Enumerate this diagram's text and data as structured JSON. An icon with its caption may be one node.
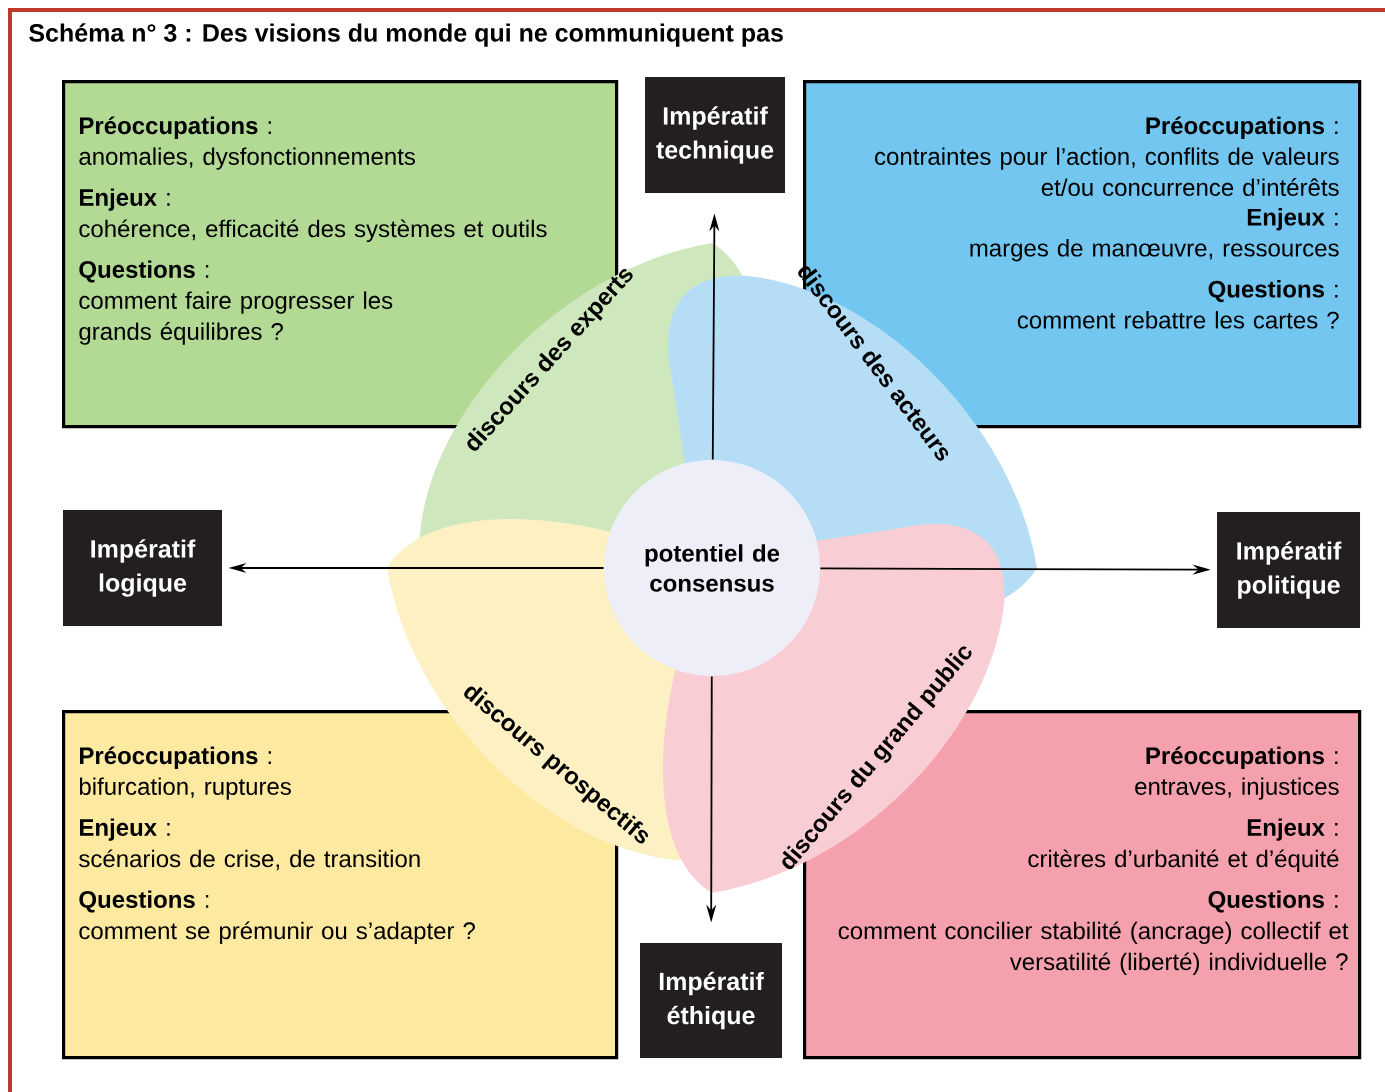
{
  "diagram": {
    "title": "Schéma n° 3 : Des visions du monde qui ne communiquent pas",
    "nodes": [
      {
        "text": [
          "**Préoccupations** :",
          "anomalies, dysfonctionnements",
          "**Enjeux** :",
          "cohérence, efficacité des systèmes et outils",
          "**Questions** :",
          "comment faire progresser les grands équilibres ?"
        ]
      },
      {
        "text": [
          "Impératif technique"
        ]
      },
      {
        "text": [
          "**Préoccupations** :",
          "contraintes pour l’action, conflits de valeurs et/ou concurrence d’intérêts",
          "**Enjeux** :",
          "marges de manœuvre, ressources",
          "**Questions** :",
          "comment rebattre les cartes ?"
        ]
      },
      {
        "text": [
          "Impératif logique"
        ]
      },
      {
        "text": [
          "potentiel de consensus"
        ]
      },
      {
        "text": [
          "Impératif politique"
        ]
      },
      {
        "text": [
          "**Préoccupations** :",
          "bifurcation, ruptures",
          "**Enjeux** :",
          "scénarios de crise, de transition",
          "**Questions** :",
          "comment se prémunir ou s’adapter ?"
        ]
      },
      {
        "text": [
          "Impératif éthique"
        ]
      },
      {
        "text": [
          "**Préoccupations** :",
          "entraves, injustices",
          "**Enjeux** :",
          "critères d’urbanité et d’équité",
          "**Questions** :",
          "comment concilier stabilité (ancrage) collectif et versatilité (liberté) individuelle ?"
        ]
      }
    ],
    "edges": [
      {
        "from": 4,
        "to": 1,
        "arrow": "to"
      },
      {
        "from": 4,
        "to": 3,
        "arrow": "to"
      },
      {
        "from": 4,
        "to": 5,
        "arrow": "to"
      },
      {
        "from": 4,
        "to": 7,
        "arrow": "to"
      }
    ],
    "labels": [
      "discours des experts",
      "discours des acteurs",
      "discours prospectifs",
      "discours du grand public"
    ]
  }
}
